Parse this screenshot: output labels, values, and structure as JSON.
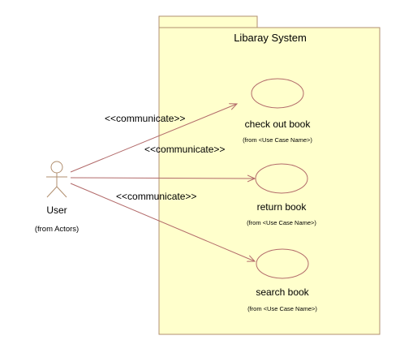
{
  "system": {
    "name": "Libaray System",
    "fill": "#ffffcc",
    "stroke": "#b18f6f"
  },
  "actor": {
    "name": "User",
    "from": "(from Actors)",
    "color": "#b18f6f"
  },
  "use_cases": [
    {
      "name": "check out book",
      "from": "(from <Use Case Name>)"
    },
    {
      "name": "return book",
      "from": "(from <Use Case Name>)"
    },
    {
      "name": "search book",
      "from": "(from <Use Case Name>)"
    }
  ],
  "associations": [
    {
      "stereotype": "<<communicate>>",
      "target": "check out book"
    },
    {
      "stereotype": "<<communicate>>",
      "target": "return book"
    },
    {
      "stereotype": "<<communicate>>",
      "target": "search book"
    }
  ],
  "line_color": "#b26a6a"
}
